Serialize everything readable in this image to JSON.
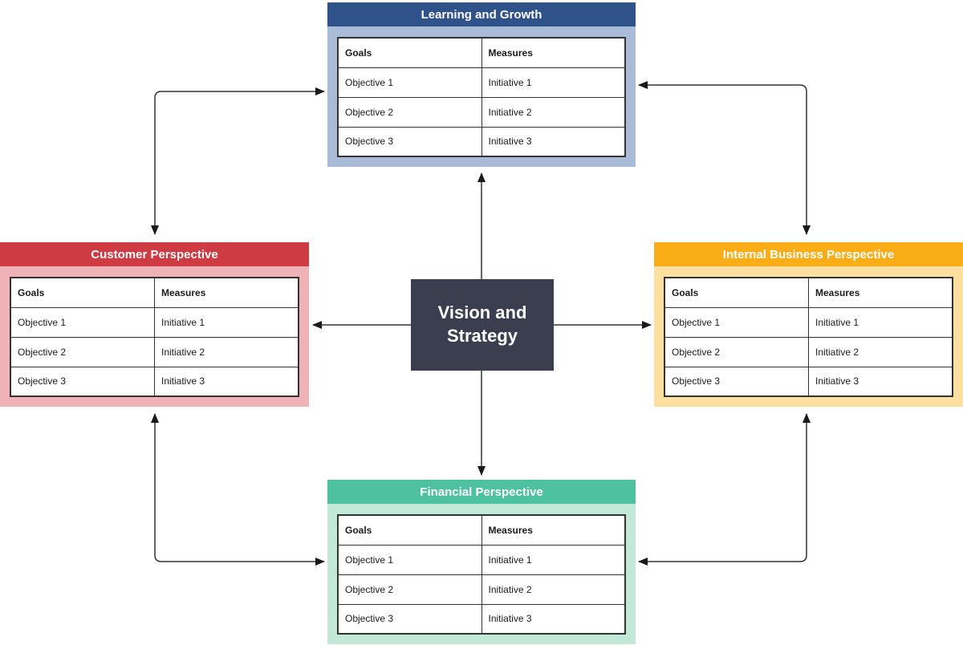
{
  "diagram": {
    "center_node": {
      "label": "Vision and Strategy",
      "bg": "#3A3E4F",
      "text_color": "#FFFFFF"
    },
    "table": {
      "headers": [
        "Goals",
        "Measures"
      ]
    },
    "panels": {
      "learning": {
        "title": "Learning and Growth",
        "header_bg": "#30528A",
        "body_bg": "#A9BBD6",
        "rows": [
          [
            "Objective 1",
            "Initiative 1"
          ],
          [
            "Objective 2",
            "Initiative 2"
          ],
          [
            "Objective 3",
            "Initiative 3"
          ]
        ]
      },
      "customer": {
        "title": "Customer Perspective",
        "header_bg": "#CF3B43",
        "body_bg": "#EFB2B6",
        "rows": [
          [
            "Objective 1",
            "Initiative 1"
          ],
          [
            "Objective 2",
            "Initiative 2"
          ],
          [
            "Objective 3",
            "Initiative 3"
          ]
        ]
      },
      "internal": {
        "title": "Internal Business Perspective",
        "header_bg": "#FBAD18",
        "body_bg": "#FDDFA0",
        "rows": [
          [
            "Objective 1",
            "Initiative 1"
          ],
          [
            "Objective 2",
            "Initiative 2"
          ],
          [
            "Objective 3",
            "Initiative 3"
          ]
        ]
      },
      "financial": {
        "title": "Financial Perspective",
        "header_bg": "#4DC1A0",
        "body_bg": "#C2E8D8",
        "rows": [
          [
            "Objective 1",
            "Initiative 1"
          ],
          [
            "Objective 2",
            "Initiative 2"
          ],
          [
            "Objective 3",
            "Initiative 3"
          ]
        ]
      }
    },
    "connector_color": "#333333"
  }
}
